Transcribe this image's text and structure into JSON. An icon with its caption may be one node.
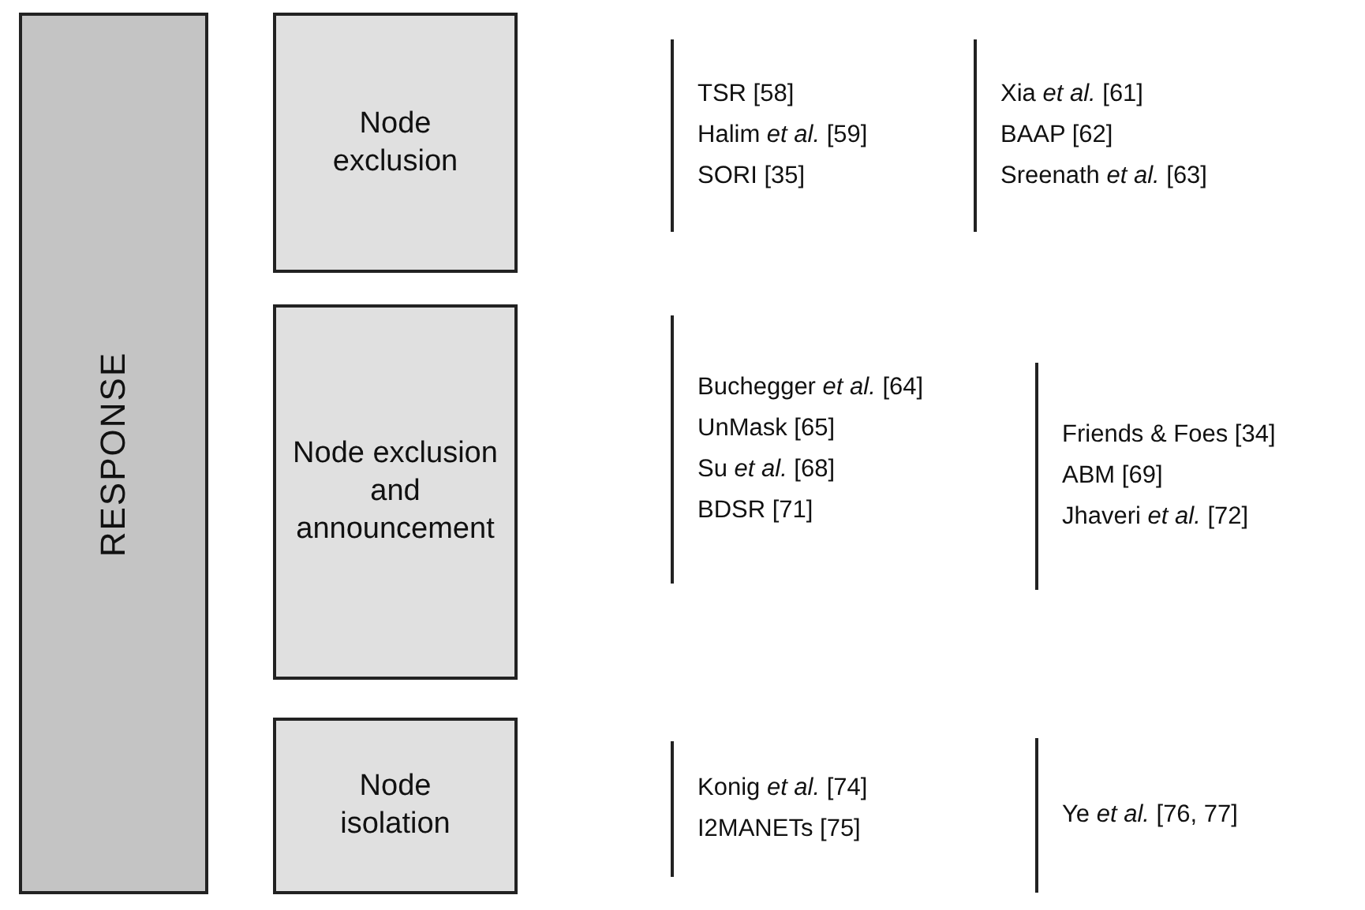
{
  "diagram": {
    "nodes": [
      {
        "text": [
          "RESPONSE"
        ]
      },
      {
        "text": [
          "Node exclusion"
        ],
        "beside": [
          "TSR [58]",
          "Halim *et al.* [59]",
          "SORI [35]",
          "Xia *et al.* [61]",
          "BAAP [62]",
          "Sreenath *et al.* [63]"
        ]
      },
      {
        "text": [
          "Node exclusion and announcement"
        ],
        "beside": [
          "Buchegger *et al.* [64]",
          "UnMask [65]",
          "Su *et al.* [68]",
          "BDSR [71]",
          "Friends & Foes [34]",
          "ABM [69]",
          "Jhaveri *et al.* [72]"
        ]
      },
      {
        "text": [
          "Node isolation"
        ],
        "beside": [
          "Konig *et al.* [74]",
          "I2MANETs [75]"
        ]
      }
    ],
    "labels": [
      "Ye *et al.* [76, 77]"
    ]
  }
}
